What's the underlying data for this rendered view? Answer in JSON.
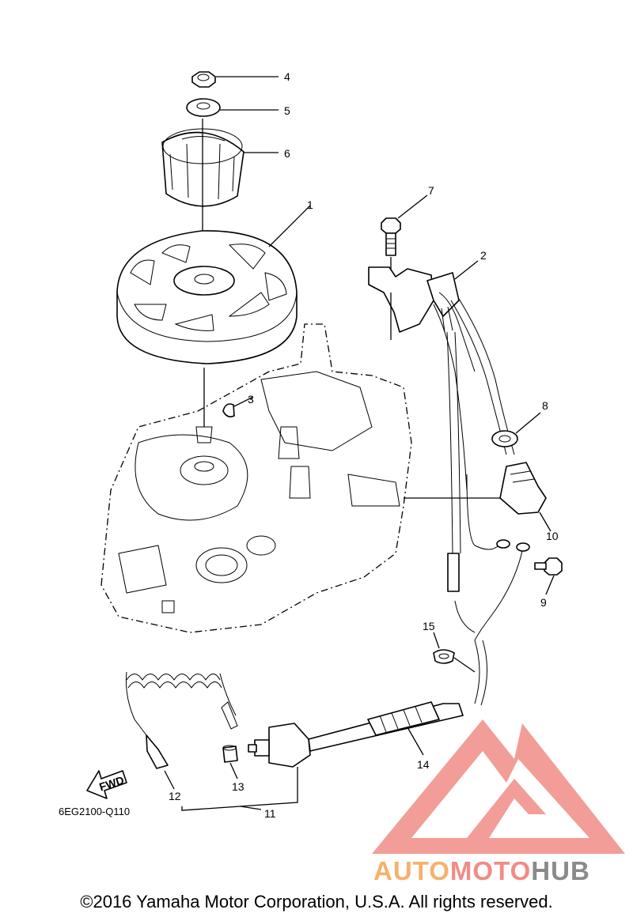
{
  "diagram": {
    "drawing_code": "6EG2100-Q110",
    "direction_label": "FWD",
    "callouts": [
      "1",
      "2",
      "3",
      "4",
      "5",
      "6",
      "7",
      "8",
      "9",
      "10",
      "11",
      "12",
      "13",
      "14",
      "15"
    ]
  },
  "watermark": {
    "brand_part1": "AUTO",
    "brand_part2": "MOTO",
    "brand_part3": "HUB",
    "color_part1": "#F5B16A",
    "color_part2": "#F08C86",
    "color_part3": "#8A8A8A",
    "logo_color": "#F08C86"
  },
  "footer": {
    "copyright": "©2016 Yamaha Motor Corporation, U.S.A. All rights reserved."
  }
}
